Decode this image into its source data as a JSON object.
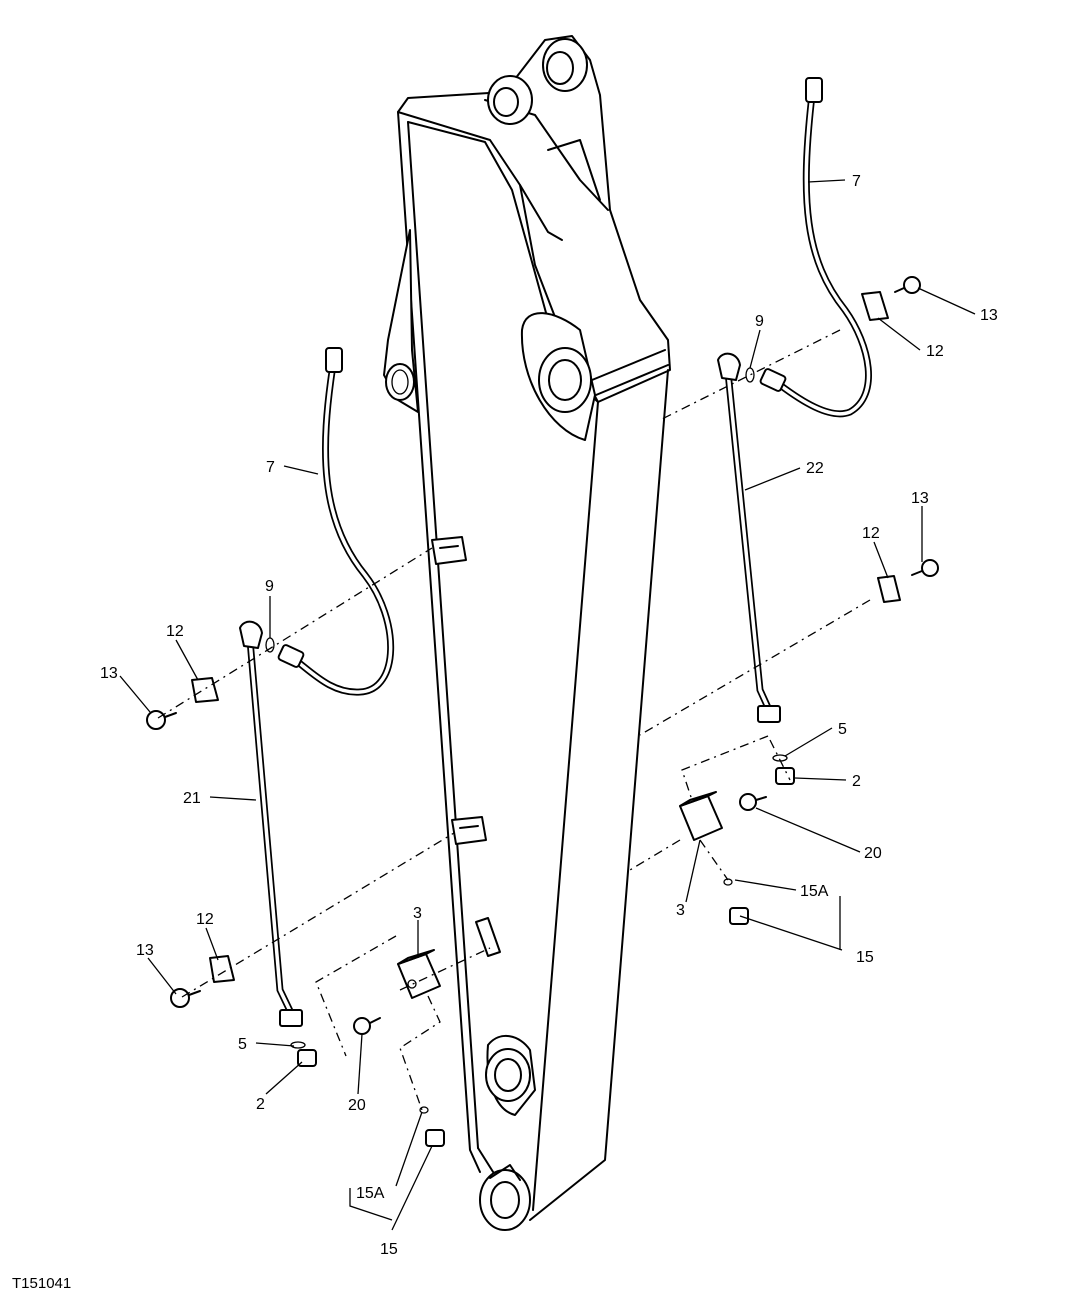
{
  "figure_id": "T151041",
  "callouts": {
    "c7_right": "7",
    "c13_upper_right": "13",
    "c12_upper_right": "12",
    "c9_right": "9",
    "c22": "22",
    "c13_mid_right": "13",
    "c12_mid_right": "12",
    "c7_left": "7",
    "c9_left": "9",
    "c12_left_upper": "12",
    "c13_left_upper": "13",
    "c5_right": "5",
    "c2_right": "2",
    "c21": "21",
    "c20_right": "20",
    "c3_right": "3",
    "c15a_right": "15A",
    "c15_right": "15",
    "c3_left": "3",
    "c12_left_lower": "12",
    "c13_left_lower": "13",
    "c5_left": "5",
    "c2_left": "2",
    "c20_left": "20",
    "c15a_left": "15A",
    "c15_left": "15"
  }
}
